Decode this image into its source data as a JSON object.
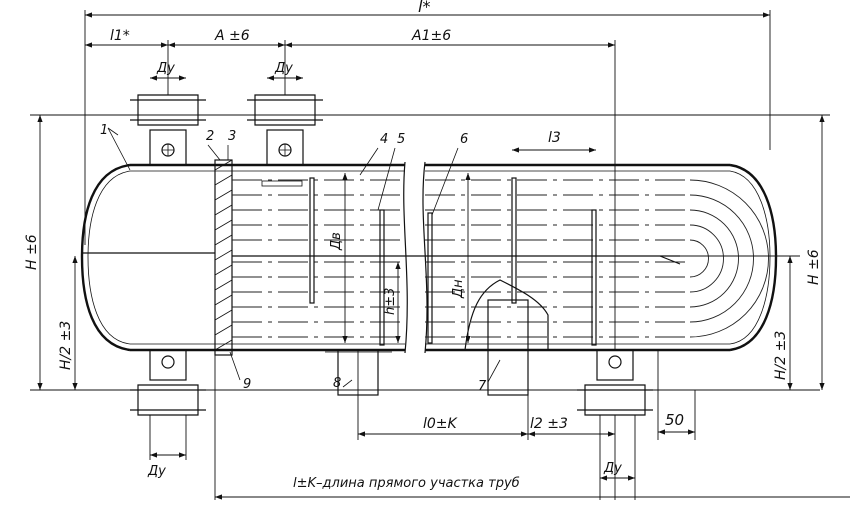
{
  "drawing": {
    "dimensions": {
      "overall_length": "l*",
      "l1": "l1*",
      "a": "A ±6",
      "a1": "A1±6",
      "du_top_left": "Ду",
      "du_top_right": "Ду",
      "du_bottom_left": "Ду",
      "du_bottom_right": "Ду",
      "l3": "l3",
      "dv": "Дв",
      "h": "h±3",
      "dn": "Дн",
      "height_left": "H ±6",
      "height_right": "H ±6",
      "half_height_left": "H/2 ±3",
      "half_height_right": "H/2 ±3",
      "l0": "l0±K",
      "l2": "l2 ±3",
      "fifty": "50",
      "tube_length": "l±K–длина прямого участка труб"
    },
    "callouts": [
      "1",
      "2",
      "3",
      "4",
      "5",
      "6",
      "7",
      "8",
      "9"
    ]
  }
}
